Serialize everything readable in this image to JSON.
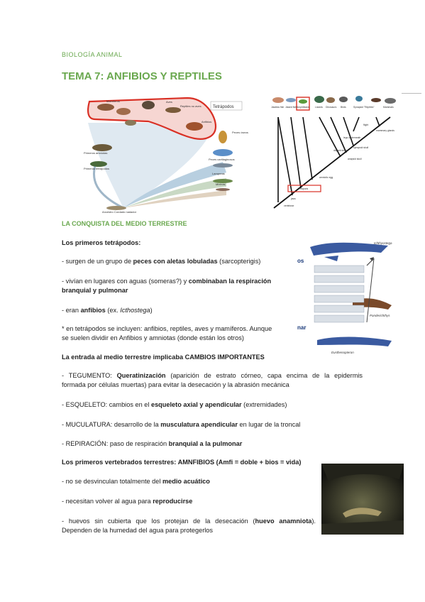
{
  "header": "BIOLOGÍA ANIMAL",
  "title": "TEMA 7: ANFIBIOS Y REPTILES",
  "fig1": {
    "label_tetrapodos": "Tetrápodos",
    "label_mamiferos": "Mamíferos",
    "label_aves": "Aves",
    "label_reptiles": "Reptiles no aves",
    "label_anfibios": "Anfibios",
    "label_peces_oseos": "Peces óseos",
    "label_peces_cartilaginosos": "Peces cartilaginosos",
    "label_lampreas": "Lampreas",
    "label_mixinas": "Mixinas",
    "label_primeros_amniotas": "Primeros amniotas",
    "label_primeros_tetrapodos": "Primeros tetrápodos",
    "label_ancestro": "Ancestro Cordado nadador"
  },
  "fig2": {
    "taxa": [
      "Jawless fish",
      "Jawed fish",
      "Amphibians",
      "Lizards",
      "Dinosaurs",
      "Birds",
      "Synapsid \"Reptiles\"",
      "Mammals"
    ],
    "nodes": [
      "flight",
      "mammary glands",
      "legs underneath",
      "synapsid skull",
      "diapsid skull",
      "anapsid skull",
      "amniotic egg",
      "tetrapods",
      "jaws",
      "vertebrae"
    ]
  },
  "fig3": {
    "label_ichthyostega": "Ichthyostega",
    "label_panderichthys": "Panderichthys",
    "label_eusthenopteron": "Eusthenopteron",
    "edge_left_top": "os",
    "edge_left_bottom": "nar"
  },
  "section1": "LA CONQUISTA DEL MEDIO TERRESTRE",
  "p1": "Los primeros tetrápodos:",
  "b1_pre": "- surgen de un grupo de ",
  "b1_bold": "peces con aletas lobuladas",
  "b1_post": " (sarcopterigis)",
  "b2_pre": "- vivían en lugares con aguas (someras?) y ",
  "b2_bold1": "combinaban la respiración",
  "b2_bold2": "branquial y pulmonar",
  "b3_pre": "- eran ",
  "b3_bold": "anfibios",
  "b3_mid": " (ex. ",
  "b3_ital": "Icthostega",
  "b3_post": ")",
  "note1": "* en tetrápodos se incluyen: anfibios, reptiles, aves y mamíferos. Aunque",
  "note2": "se suelen dividir en Anfibios y amniotas (donde están los otros)",
  "p2": "La entrada al medio terrestre implicaba CAMBIOS IMPORTANTES",
  "c1_pre": "- TEGUMENTO: ",
  "c1_bold": "Queratinización",
  "c1_post": " (aparición de estrato córneo, capa encima de la epidermis",
  "c1_line2": "formada por células muertas) para evitar la desecación y la abrasión mecánica",
  "c2_pre": "- ESQUELETO: cambios en el ",
  "c2_bold": "esqueleto axial y apendicular",
  "c2_post": " (extremidades)",
  "c3_pre": "- MUCULATURA: desarrollo de la ",
  "c3_bold": "musculatura apendicular",
  "c3_post": " en lugar de la troncal",
  "c4_pre": "- REPIRACIÓN: paso de respiración ",
  "c4_bold": "branquial a la pulmonar",
  "p3": "Los primeros vertebrados terrestres: AMNFIBIOS (Amfi = doble + bios = vida)",
  "d1_pre": "- no se desvinculan totalmente del ",
  "d1_bold": "medio acuático",
  "d2_pre": "- necesitan volver al agua para ",
  "d2_bold": "reproducirse",
  "d3_pre": "- huevos sin cubierta que los protejan de la desecación (",
  "d3_bold": "huevo anamniota",
  "d3_post": ").",
  "d3_line2": "Dependen de la humedad del agua para protegerlos"
}
